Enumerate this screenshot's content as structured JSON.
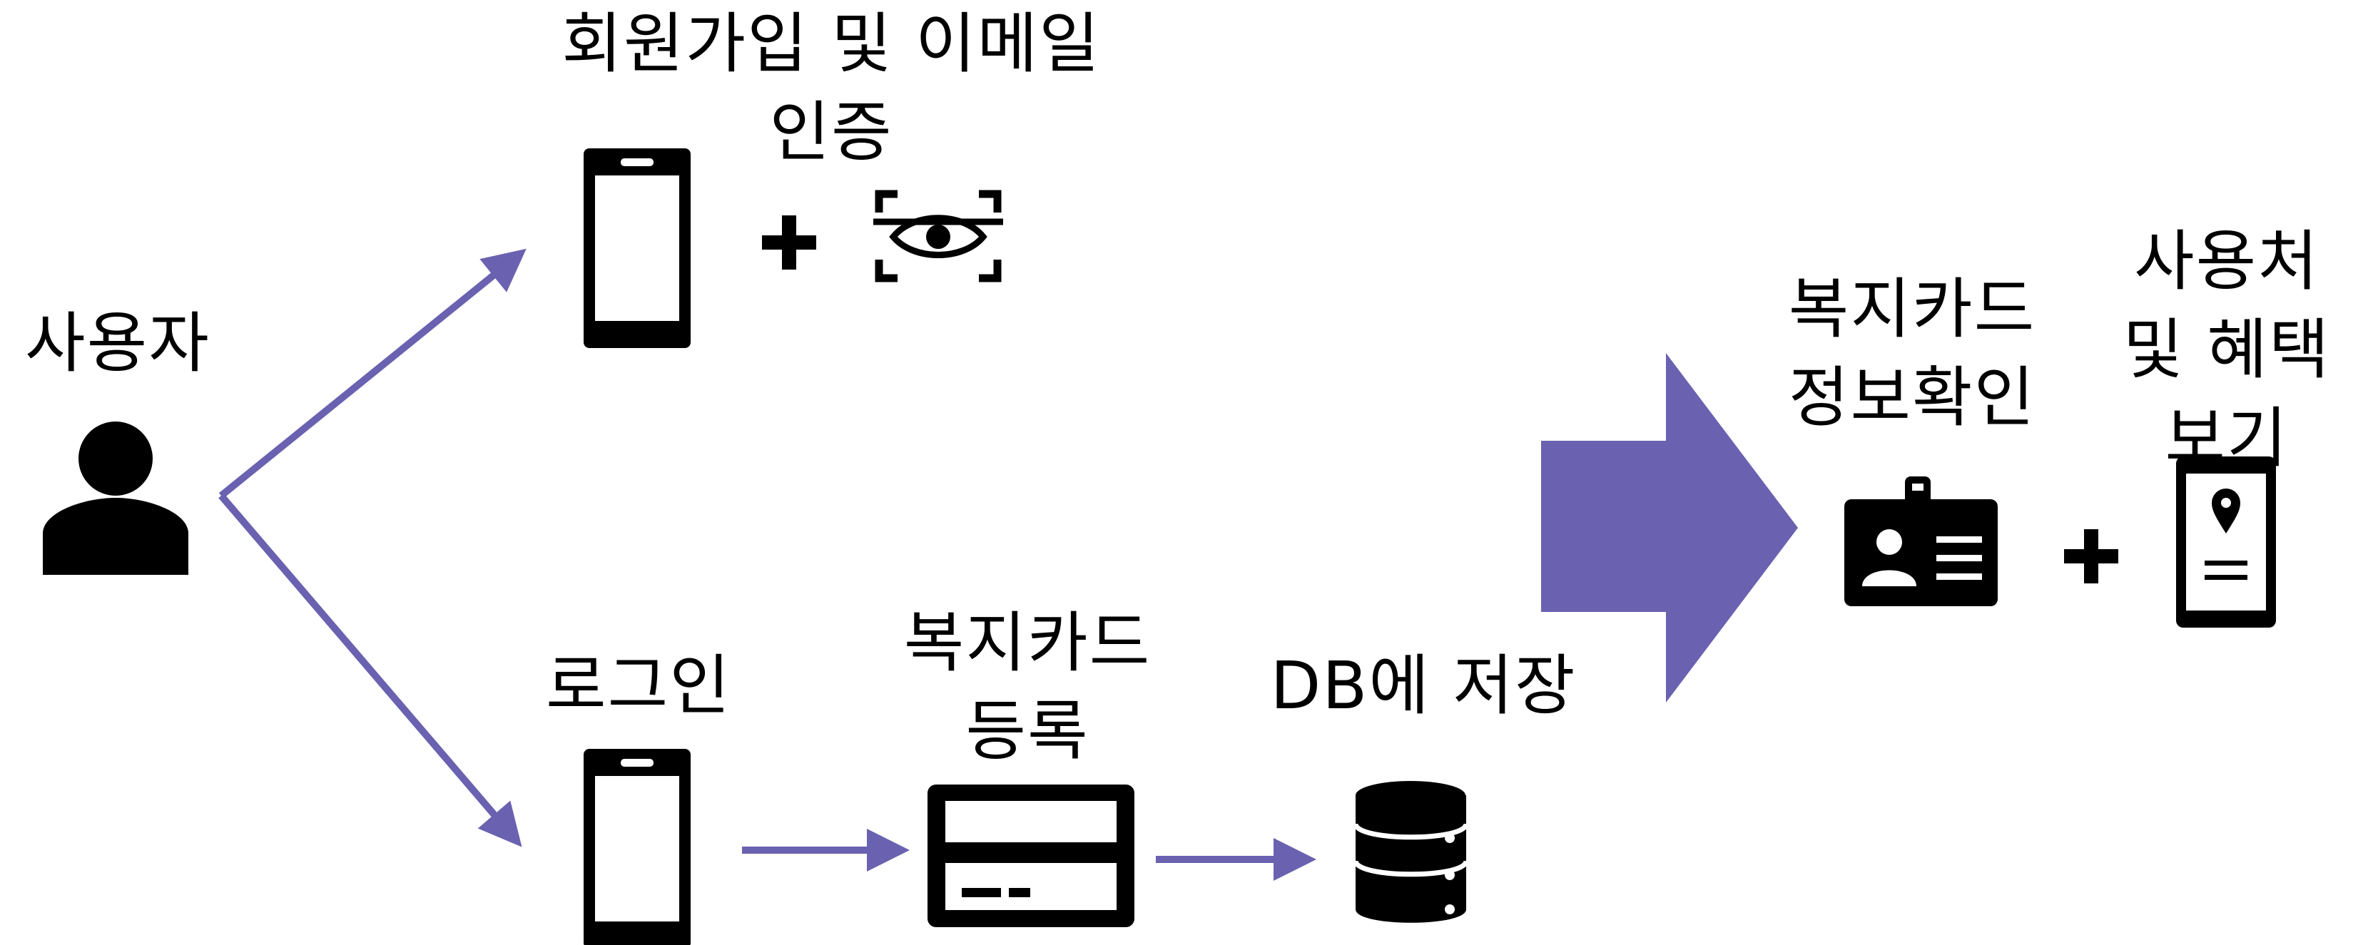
{
  "labels": {
    "user": "사용자",
    "signup": "회원가입 및 이메일\n인증",
    "login": "로그인",
    "card_register": "복지카드\n등록",
    "db_save": "DB에 저장",
    "card_check": "복지카드\n정보확인",
    "usage_benefit": "사용처\n및 혜택\n보기"
  },
  "icons": {
    "user": "user-icon",
    "signup_phone": "smartphone-icon",
    "login_phone": "smartphone-icon",
    "eye_scan": "eye-scan-icon",
    "card": "credit-card-icon",
    "database": "database-icon",
    "id_badge": "id-badge-icon",
    "map_phone": "phone-location-icon",
    "plus": "plus-icon"
  },
  "colors": {
    "arrow": "#6a61b0",
    "ink": "#000000",
    "background": "#ffffff"
  }
}
